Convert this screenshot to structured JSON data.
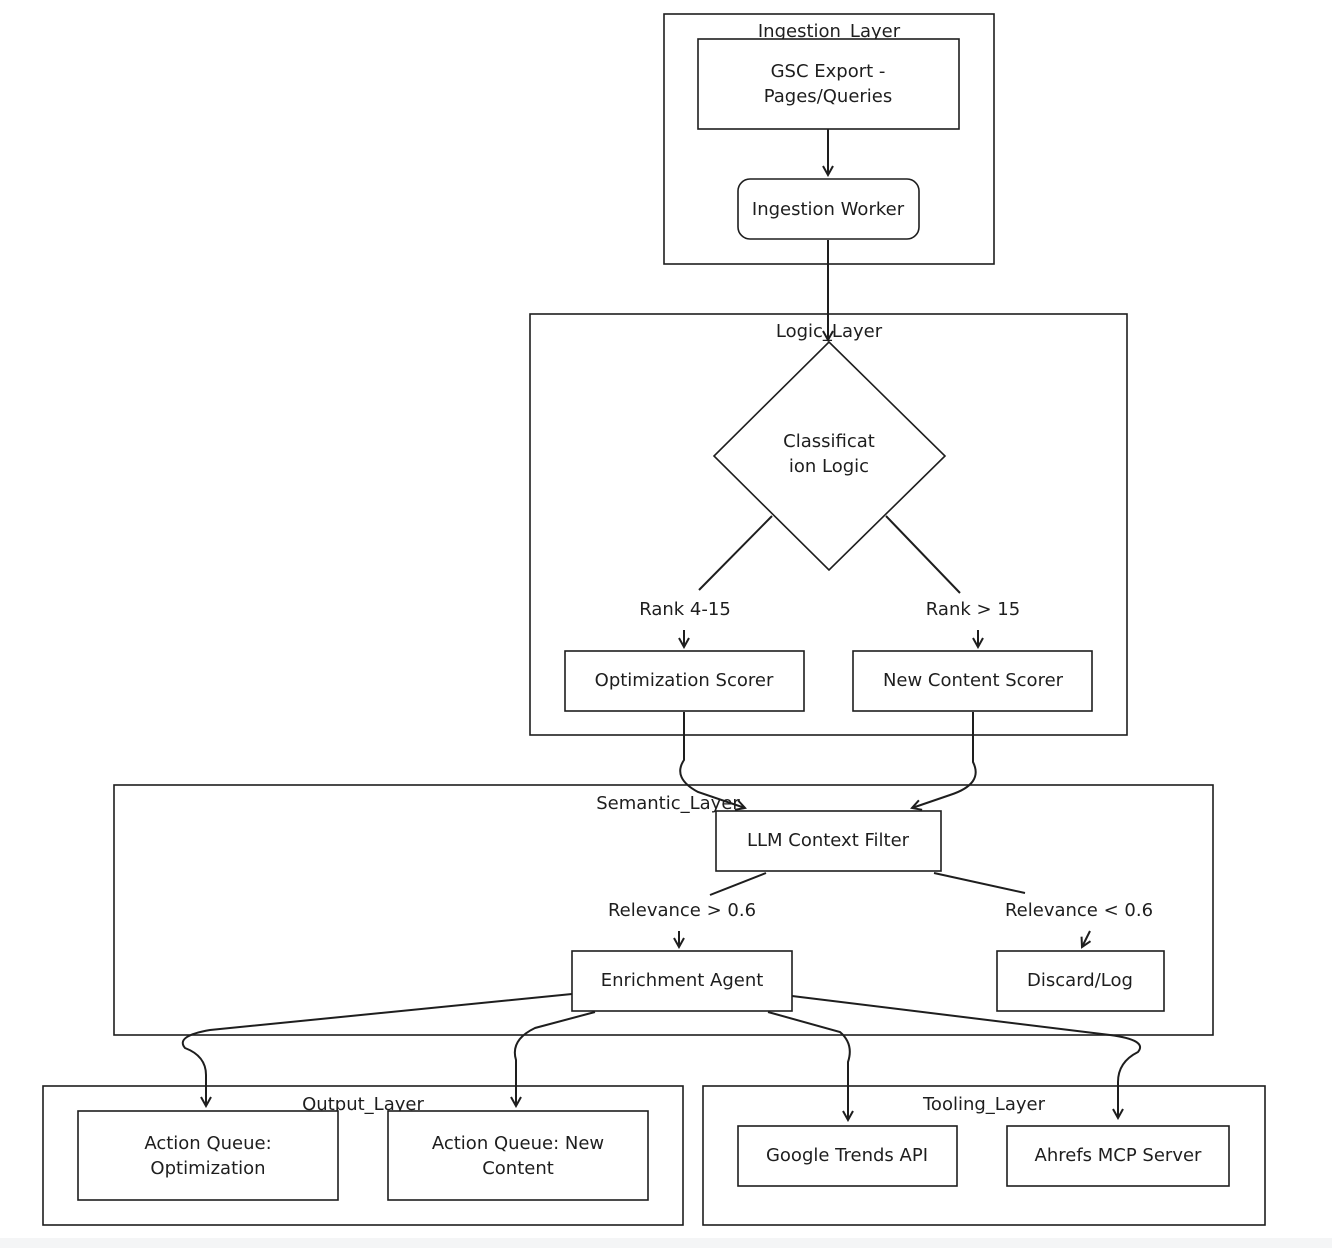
{
  "clusters": {
    "ingestion": "Ingestion_Layer",
    "logic": "Logic_Layer",
    "semantic": "Semantic_Layer",
    "output": "Output_Layer",
    "tooling": "Tooling_Layer"
  },
  "nodes": {
    "gsc_export": [
      "GSC Export -",
      "Pages/Queries"
    ],
    "ingestion_worker": "Ingestion Worker",
    "classification_logic": [
      "Classificat",
      "ion Logic"
    ],
    "optimization_scorer": "Optimization Scorer",
    "new_content_scorer": "New Content Scorer",
    "llm_context_filter": "LLM Context Filter",
    "enrichment_agent": "Enrichment Agent",
    "discard_log": "Discard/Log",
    "action_queue_optimization": [
      "Action Queue:",
      "Optimization"
    ],
    "action_queue_new_content": [
      "Action Queue: New",
      "Content"
    ],
    "google_trends_api": "Google Trends API",
    "ahrefs_mcp_server": "Ahrefs MCP Server"
  },
  "edge_labels": {
    "rank_4_15": "Rank 4-15",
    "rank_gt_15": "Rank > 15",
    "relevance_gt": "Relevance > 0.6",
    "relevance_lt": "Relevance < 0.6"
  }
}
